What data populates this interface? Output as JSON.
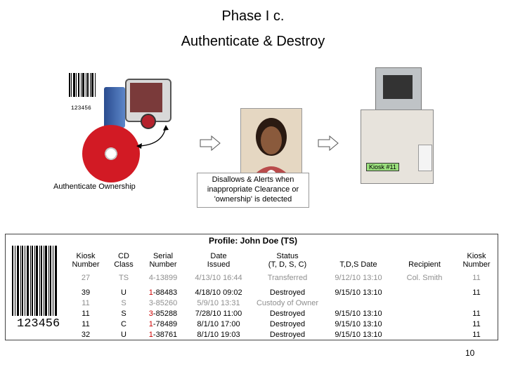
{
  "title": {
    "line1": "Phase I c.",
    "line2": "Authenticate & Destroy"
  },
  "left_caption": "Authenticate Ownership",
  "callout_text": "Disallows & Alerts when inappropriate Clearance or 'ownership' is detected",
  "kiosk_label": "Kiosk #11",
  "barcode_small_text": "123456",
  "barcode_big_text": "123456",
  "profile_title": "Profile: John Doe (TS)",
  "table": {
    "headers": [
      {
        "l1": "Kiosk",
        "l2": "Number"
      },
      {
        "l1": "CD",
        "l2": "Class"
      },
      {
        "l1": "Serial",
        "l2": "Number"
      },
      {
        "l1": "Date",
        "l2": "Issued"
      },
      {
        "l1": "Status",
        "l2": "(T, D, S, C)"
      },
      {
        "l1": "",
        "l2": "T,D,S Date"
      },
      {
        "l1": "",
        "l2": "Recipient"
      },
      {
        "l1": "Kiosk",
        "l2": "Number"
      }
    ],
    "rows": [
      {
        "kiosk": "27",
        "cls": "TS",
        "serial_a": "",
        "serial_b": "4-13899",
        "date": "4/13/10 16:44",
        "status": "Transferred",
        "tds": "9/12/10 13:10",
        "recipient": "Col. Smith",
        "kiosk2": "11"
      },
      {
        "kiosk": "39",
        "cls": "U",
        "serial_a": "1",
        "serial_b": "-88483",
        "date": "4/18/10 09:02",
        "status": "Destroyed",
        "tds": "9/15/10 13:10",
        "recipient": "",
        "kiosk2": "11"
      },
      {
        "kiosk": "11",
        "cls": "S",
        "serial_a": "",
        "serial_b": "3-85260",
        "date": "5/9/10 13:31",
        "status": "Custody of Owner",
        "tds": "",
        "recipient": "",
        "kiosk2": ""
      },
      {
        "kiosk": "11",
        "cls": "S",
        "serial_a": "3",
        "serial_b": "-85288",
        "date": "7/28/10 11:00",
        "status": "Destroyed",
        "tds": "9/15/10 13:10",
        "recipient": "",
        "kiosk2": "11"
      },
      {
        "kiosk": "11",
        "cls": "C",
        "serial_a": "1",
        "serial_b": "-78489",
        "date": "8/1/10 17:00",
        "status": "Destroyed",
        "tds": "9/15/10 13:10",
        "recipient": "",
        "kiosk2": "11"
      },
      {
        "kiosk": "32",
        "cls": "U",
        "serial_a": "1",
        "serial_b": "-38761",
        "date": "8/1/10 19:03",
        "status": "Destroyed",
        "tds": "9/15/10 13:10",
        "recipient": "",
        "kiosk2": "11"
      }
    ]
  },
  "page_number": "10"
}
